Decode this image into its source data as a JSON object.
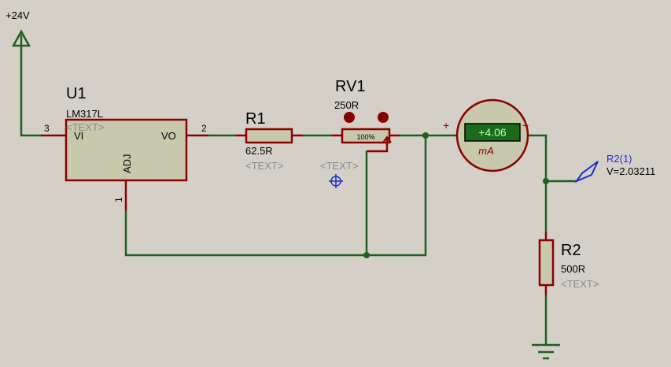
{
  "power": {
    "label": "+24V"
  },
  "u1": {
    "ref": "U1",
    "part": "LM317L",
    "text_placeholder": "<TEXT>",
    "pin_vi": "VI",
    "pin_vo": "VO",
    "pin_adj": "ADJ",
    "pin_num_vi": "3",
    "pin_num_vo": "2",
    "pin_num_adj": "1"
  },
  "r1": {
    "ref": "R1",
    "value": "62.5R",
    "text_placeholder": "<TEXT>"
  },
  "rv1": {
    "ref": "RV1",
    "value": "250R",
    "position": "100%",
    "text_placeholder": "<TEXT>"
  },
  "ammeter": {
    "reading": "+4.06",
    "unit": "mA",
    "plus": "+",
    "minus": "−"
  },
  "r2": {
    "ref": "R2",
    "value": "500R",
    "text_placeholder": "<TEXT>"
  },
  "probe": {
    "name": "R2(1)",
    "value": "V=2.03211"
  },
  "colors": {
    "background": "#d4d0c8",
    "wire": "#1f5f1f",
    "component_outline": "#8b0000",
    "component_fill": "#c8c8ac",
    "meter_display": "#1c6b1c",
    "probe": "#1a2ecc"
  }
}
